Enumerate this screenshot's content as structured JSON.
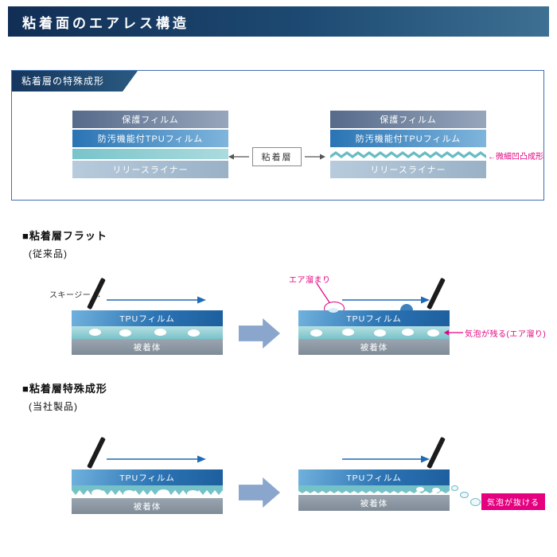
{
  "header": {
    "title": "粘着面のエアレス構造"
  },
  "special_forming_box": {
    "tab": "粘着層の特殊成形",
    "center_label": "粘着層",
    "texture_note": "←微細凹凸成形",
    "stack_left": {
      "layer1": "保護フィルム",
      "layer2": "防汚機能付TPUフィルム",
      "layer4": "リリースライナー"
    },
    "stack_right": {
      "layer1": "保護フィルム",
      "layer2": "防汚機能付TPUフィルム",
      "layer4": "リリースライナー"
    }
  },
  "flat_section": {
    "heading": "■粘着層フラット",
    "subheading": "(従来品)",
    "squeegee_label": "スキージー →",
    "before": {
      "film": "TPUフィルム",
      "substrate": "被着体"
    },
    "after": {
      "film": "TPUフィルム",
      "substrate": "被着体",
      "air_pocket_label": "エア溜まり",
      "result_note": "気泡が残る(エア溜り)"
    }
  },
  "special_section": {
    "heading": "■粘着層特殊成形",
    "subheading": "(当社製品)",
    "before": {
      "film": "TPUフィルム",
      "substrate": "被着体"
    },
    "after": {
      "film": "TPUフィルム",
      "substrate": "被着体",
      "result_note": "気泡が抜ける"
    }
  },
  "colors": {
    "banner_navy": "#15365e",
    "box_border_blue": "#3f6fb5",
    "accent_blue_arrow": "#1f6ab4",
    "big_arrow_steel": "#8aa6cd",
    "adhesive_teal": "#74c2c8",
    "magenta": "#e4007f"
  }
}
